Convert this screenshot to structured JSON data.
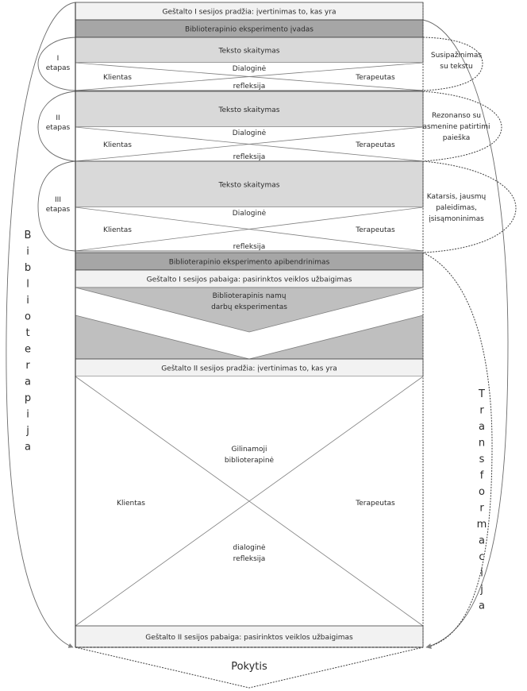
{
  "diagram": {
    "colors": {
      "light_band": "#f2f2f2",
      "dark_band": "#a6a6a6",
      "reading_band": "#d9d9d9",
      "homework_band": "#bfbfbf",
      "stroke": "#404040",
      "thin_stroke": "#7f7f7f"
    },
    "session1_start": "Geštalto I sesijos pradžia: įvertinimas to, kas yra",
    "intro": "Biblioterapinio eksperimento įvadas",
    "stages": [
      {
        "label_line1": "I",
        "label_line2": "etapas",
        "reading": "Teksto skaitymas",
        "client": "Klientas",
        "therapist": "Terapeutas",
        "dialog_top": "Dialoginė",
        "dialog_bottom": "refleksija",
        "outcome_lines": [
          "Susipažinimas",
          "su tekstu"
        ]
      },
      {
        "label_line1": "II",
        "label_line2": "etapas",
        "reading": "Teksto skaitymas",
        "client": "Klientas",
        "therapist": "Terapeutas",
        "dialog_top": "Dialoginė",
        "dialog_bottom": "refleksija",
        "outcome_lines": [
          "Rezonanso su",
          "asmenine patirtimi",
          "paieška"
        ]
      },
      {
        "label_line1": "III",
        "label_line2": "etapas",
        "reading": "Teksto skaitymas",
        "client": "Klientas",
        "therapist": "Terapeutas",
        "dialog_top": "Dialoginė",
        "dialog_bottom": "refleksija",
        "outcome_lines": [
          "Katarsis, jausmų",
          "paleidimas,",
          "įsisąmoninimas"
        ]
      }
    ],
    "summary": "Biblioterapinio eksperimento apibendrinimas",
    "session1_end": "Geštalto I sesijos pabaiga: pasirinktos veiklos užbaigimas",
    "homework_lines": [
      "Biblioterapinis namų",
      "darbų eksperimentas"
    ],
    "session2_start": "Geštalto II sesijos pradžia: įvertinimas to, kas yra",
    "deep": {
      "top_lines": [
        "Gilinamoji",
        "biblioterapinė"
      ],
      "bottom_lines": [
        "dialoginė",
        "refleksija"
      ],
      "client": "Klientas",
      "therapist": "Terapeutas"
    },
    "session2_end": "Geštalto II sesijos pabaiga: pasirinktos veiklos užbaigimas",
    "left_bracket_label": "Biblioterapija",
    "right_bracket_label": "Transformacija",
    "result": "Pokytis"
  }
}
